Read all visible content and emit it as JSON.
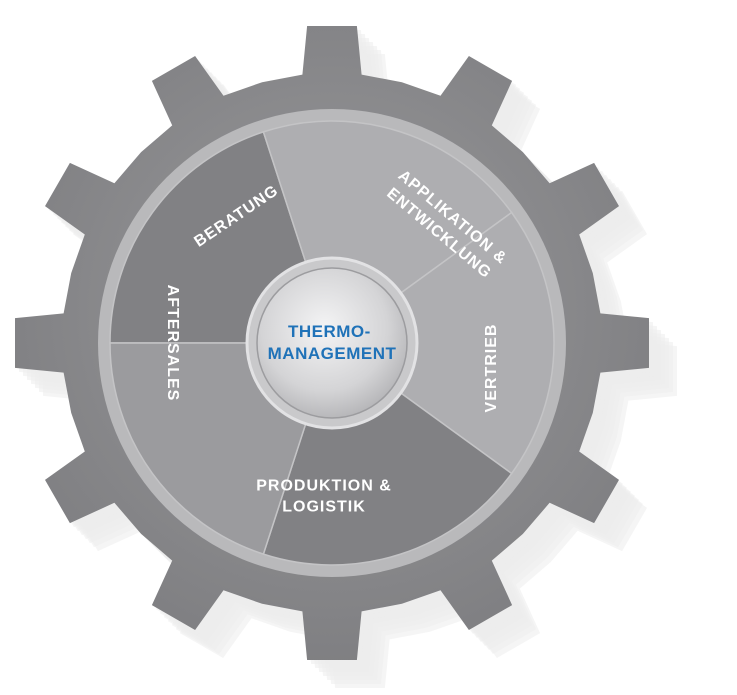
{
  "center": {
    "lines": [
      "THERMO-",
      "MANAGEMENT"
    ],
    "color": "#1f72b8"
  },
  "segments": [
    {
      "id": "beratung",
      "lines": [
        "BERATUNG"
      ]
    },
    {
      "id": "applikation",
      "lines": [
        "APPLIKATION &",
        "ENTWICKLUNG"
      ]
    },
    {
      "id": "vertrieb",
      "lines": [
        "VERTRIEB"
      ]
    },
    {
      "id": "produktion",
      "lines": [
        "PRODUKTION &",
        "LOGISTIK"
      ]
    },
    {
      "id": "aftersales",
      "lines": [
        "AFTERSALES"
      ]
    }
  ],
  "colors": {
    "gear": "#8a8a8c",
    "ring": "#b9b9bb",
    "segment_dark": "#818184",
    "segment_mid": "#9b9b9e",
    "segment_light": "#aeaeb1",
    "hub": "#d2d2d4",
    "shadow": "#ececec"
  }
}
